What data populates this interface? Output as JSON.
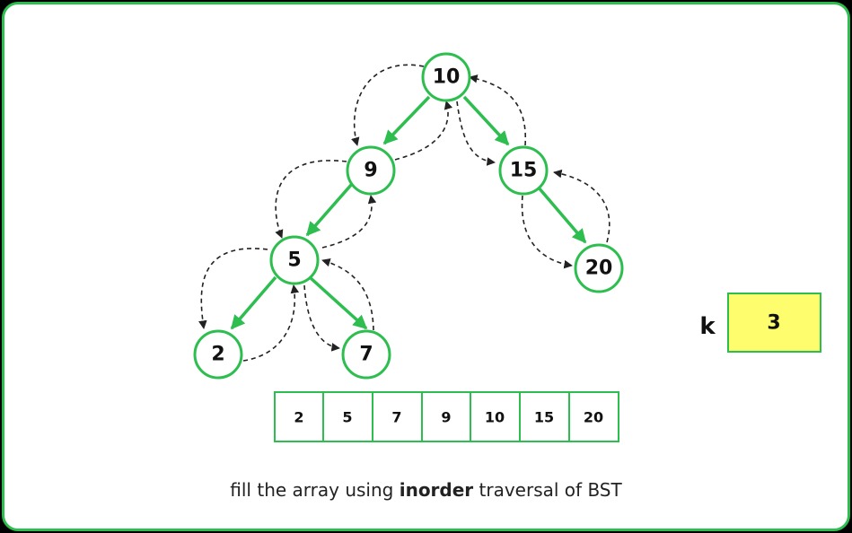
{
  "colors": {
    "green": "#2dbe4f",
    "yellow_box": "#fdfd6d",
    "dashed": "#222222"
  },
  "tree": {
    "nodes": [
      {
        "id": "n10",
        "label": "10"
      },
      {
        "id": "n9",
        "label": "9"
      },
      {
        "id": "n15",
        "label": "15"
      },
      {
        "id": "n5",
        "label": "5"
      },
      {
        "id": "n20",
        "label": "20"
      },
      {
        "id": "n2",
        "label": "2"
      },
      {
        "id": "n7",
        "label": "7"
      }
    ],
    "edges": [
      {
        "from": "n10",
        "to": "n9"
      },
      {
        "from": "n10",
        "to": "n15"
      },
      {
        "from": "n9",
        "to": "n5"
      },
      {
        "from": "n15",
        "to": "n20"
      },
      {
        "from": "n5",
        "to": "n2"
      },
      {
        "from": "n5",
        "to": "n7"
      }
    ]
  },
  "array": {
    "cells": [
      "2",
      "5",
      "7",
      "9",
      "10",
      "15",
      "20"
    ]
  },
  "k": {
    "label": "k",
    "value": "3"
  },
  "caption": {
    "before": "fill the array using ",
    "bold": "inorder",
    "after": " traversal of BST"
  }
}
